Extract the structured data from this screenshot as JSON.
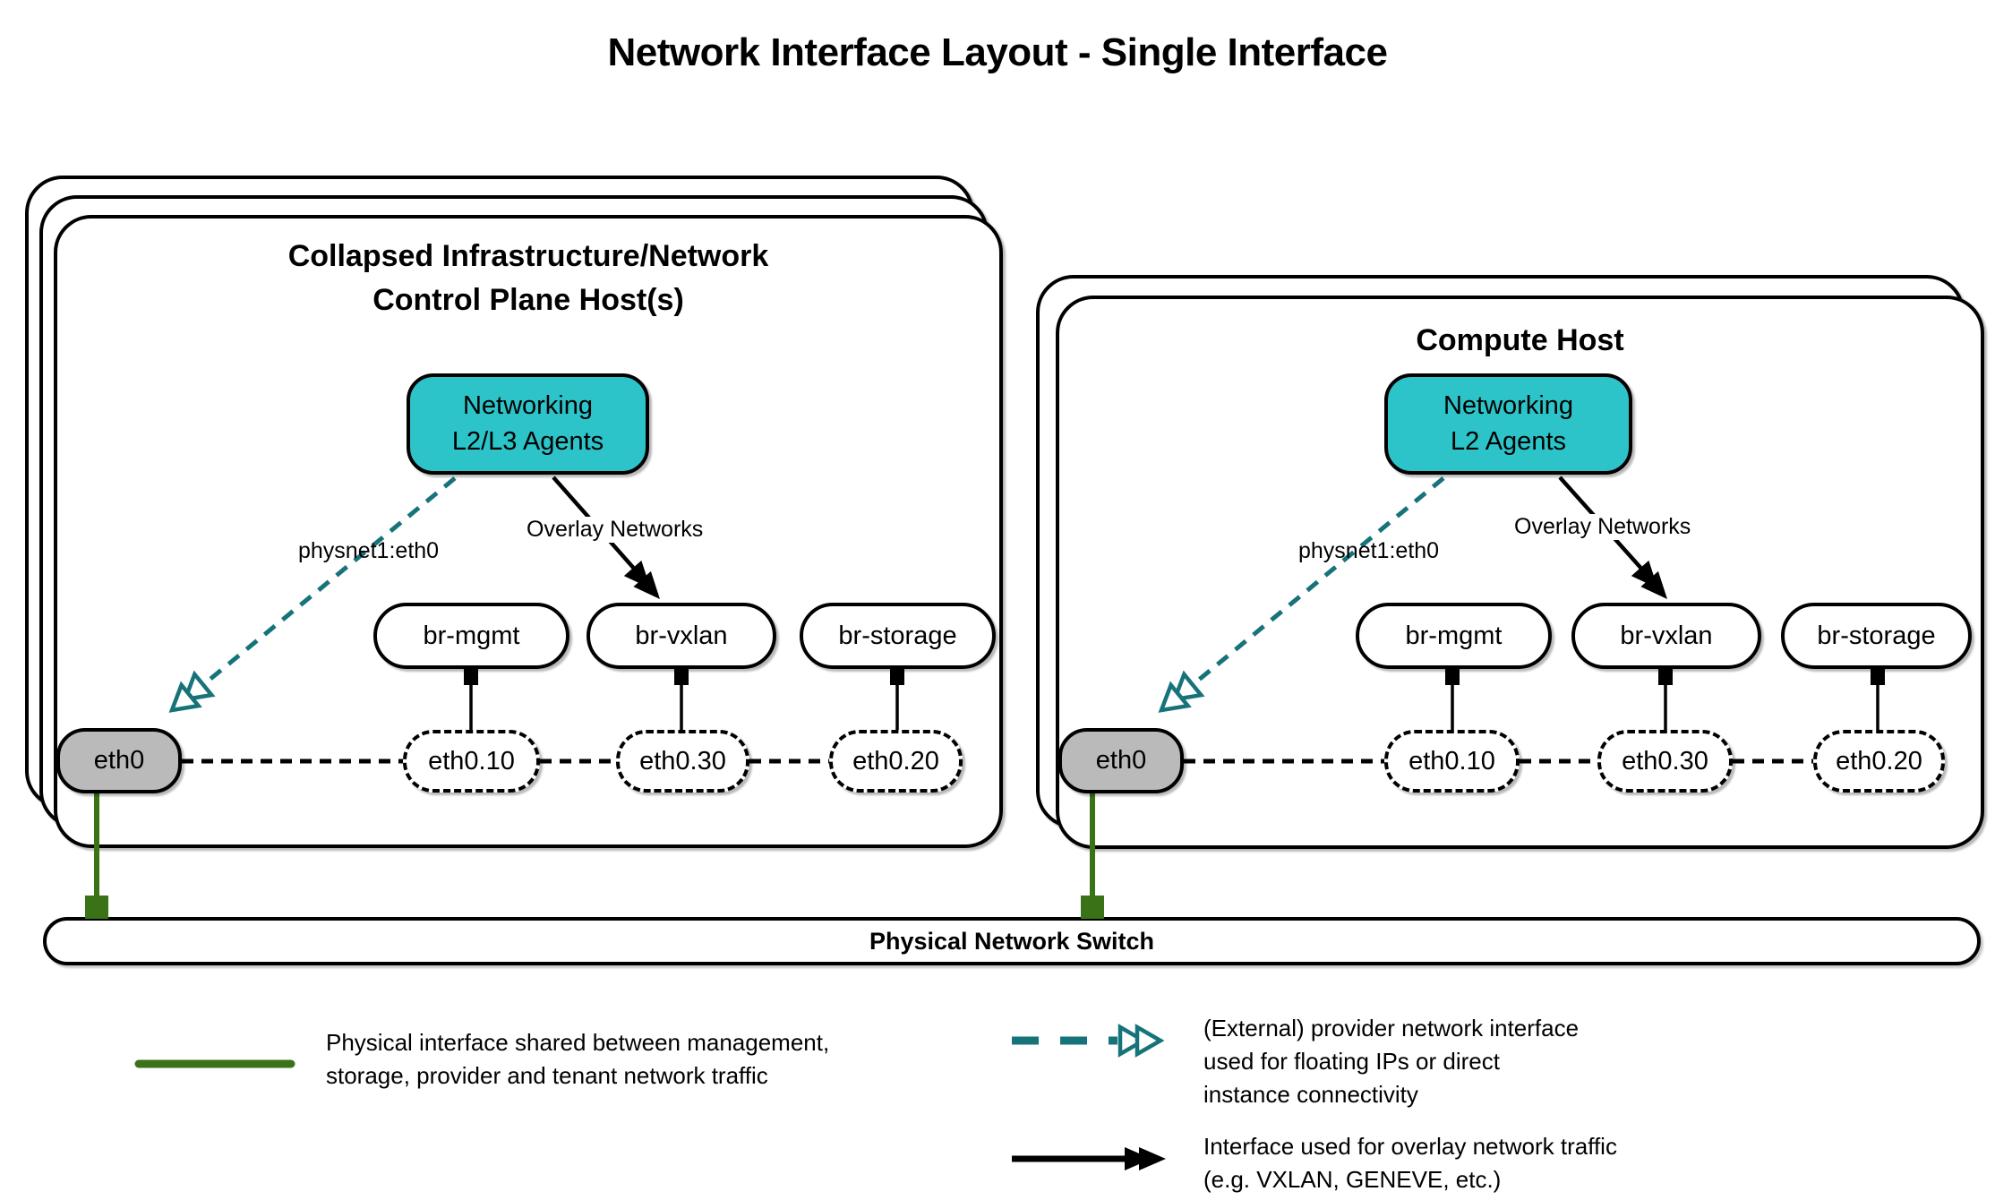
{
  "title": "Network Interface Layout - Single Interface",
  "hosts": {
    "left": {
      "title": "Collapsed Infrastructure/Network\nControl Plane Host(s)",
      "agent": "Networking\nL2/L3 Agents",
      "provider_label": "physnet1:eth0",
      "overlay_label": "Overlay Networks",
      "bridges": [
        "br-mgmt",
        "br-vxlan",
        "br-storage"
      ],
      "vlans": [
        "eth0.10",
        "eth0.30",
        "eth0.20"
      ],
      "nic": "eth0"
    },
    "right": {
      "title": "Compute Host",
      "agent": "Networking\nL2 Agents",
      "provider_label": "physnet1:eth0",
      "overlay_label": "Overlay Networks",
      "bridges": [
        "br-mgmt",
        "br-vxlan",
        "br-storage"
      ],
      "vlans": [
        "eth0.10",
        "eth0.30",
        "eth0.20"
      ],
      "nic": "eth0"
    }
  },
  "switch": {
    "label": "Physical Network Switch"
  },
  "legend": {
    "physical": "Physical interface shared between management,\nstorage, provider and tenant network traffic",
    "provider": "(External) provider network interface\nused for floating IPs or direct\ninstance connectivity",
    "overlay": "Interface used for overlay network traffic\n(e.g. VXLAN, GENEVE, etc.)"
  },
  "colors": {
    "teal_fill": "#2cc4c9",
    "teal_line": "#17737a",
    "green": "#3a7317",
    "gray_fill": "#bababa",
    "line": "#000000"
  }
}
